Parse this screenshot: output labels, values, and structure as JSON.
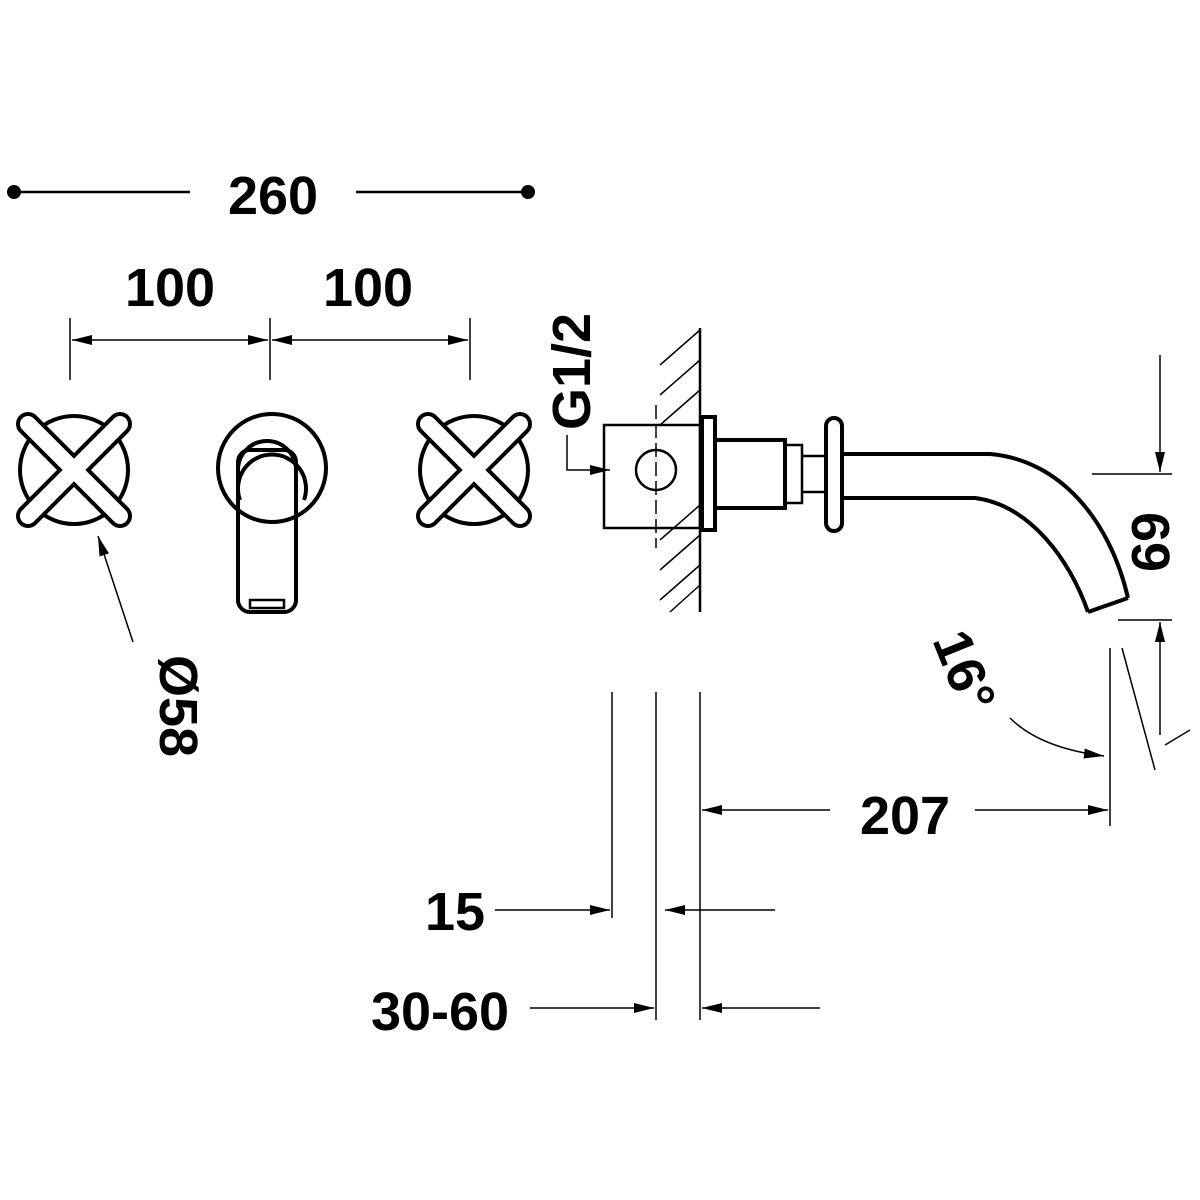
{
  "title": "Wall-mounted 3-hole basin mixer technical drawing",
  "dimensions": {
    "overall_width": "260",
    "handle_spacing_left": "100",
    "handle_spacing_right": "100",
    "handle_diameter": "Ø58",
    "connection": "G1/2",
    "spout_height": "69",
    "spout_angle": "16°",
    "spout_projection": "207",
    "flange_thickness": "15",
    "wall_depth": "30-60"
  },
  "colors": {
    "line": "#000000",
    "background": "#ffffff"
  }
}
